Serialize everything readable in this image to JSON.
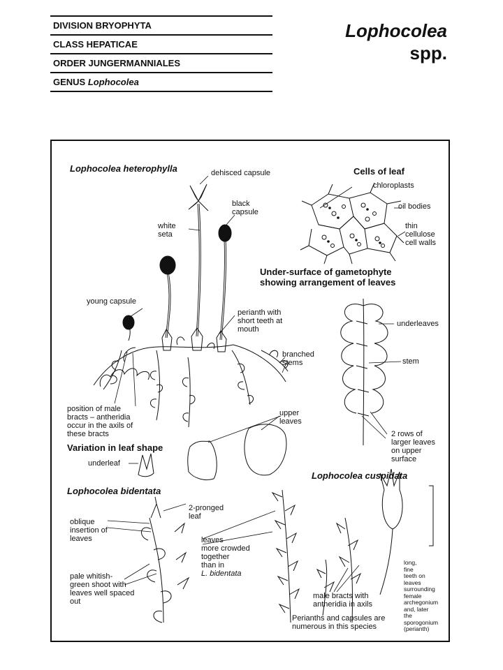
{
  "taxonomy": {
    "division": "DIVISION BRYOPHYTA",
    "class": "CLASS HEPATICAE",
    "order": "ORDER JUNGERMANNIALES",
    "genus_prefix": "GENUS",
    "genus_name": "Lophocolea"
  },
  "title": {
    "genus": "Lophocolea",
    "species": "spp."
  },
  "headings": {
    "heterophylla": "Lophocolea heterophylla",
    "cells_of_leaf": "Cells of leaf",
    "under_surface_1": "Under-surface of gametophyte",
    "under_surface_2": "showing arrangement of leaves",
    "variation": "Variation in leaf shape",
    "bidentata": "Lophocolea bidentata",
    "cuspidata": "Lophocolea cuspidata"
  },
  "labels": {
    "dehisced_capsule": "dehisced capsule",
    "black_capsule": [
      "black",
      "capsule"
    ],
    "white_seta": [
      "white",
      "seta"
    ],
    "chloroplasts": "chloroplasts",
    "oil_bodies": "oil bodies",
    "thin_walls": [
      "thin",
      "cellulose",
      "cell walls"
    ],
    "young_capsule": "young capsule",
    "perianth": [
      "perianth with",
      "short teeth at",
      "mouth"
    ],
    "underleaves": "underleaves",
    "branched_stems": [
      "branched",
      "stems"
    ],
    "stem": "stem",
    "male_bracts": [
      "position of male",
      "bracts – antheridia",
      "occur in the axils of",
      "these bracts"
    ],
    "upper_leaves": [
      "upper",
      "leaves"
    ],
    "two_rows": [
      "2 rows of",
      "larger leaves",
      "on upper",
      "surface"
    ],
    "underleaf": "underleaf",
    "two_pronged": [
      "2-pronged",
      "leaf"
    ],
    "oblique": [
      "oblique",
      "insertion of",
      "leaves"
    ],
    "crowded": [
      "leaves",
      "more crowded",
      "together",
      "than in"
    ],
    "crowded_species": "L. bidentata",
    "pale_shoot": [
      "pale whitish-",
      "green shoot with",
      "leaves well spaced",
      "out"
    ],
    "long_teeth": [
      "long,",
      "fine",
      "teeth on",
      "leaves",
      "surrounding",
      "female",
      "archegonium",
      "and, later",
      "the",
      "sporogonium",
      "(perianth)"
    ],
    "male_antheridia": [
      "male bracts with",
      "antheridia in axils"
    ],
    "perianths_numerous": [
      "Perianths and capsules are",
      "numerous in this species"
    ]
  }
}
